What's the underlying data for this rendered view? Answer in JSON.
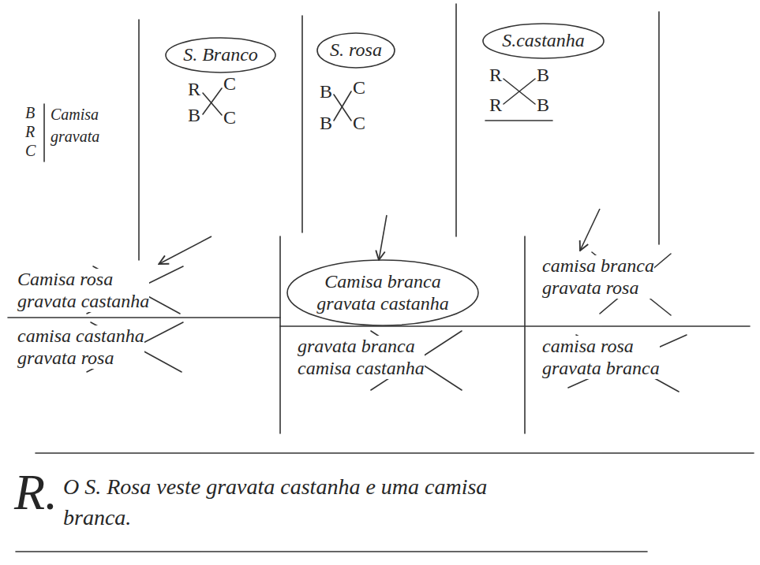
{
  "diagram": {
    "nodes": [
      {
        "text": [
          "R",
          "B",
          "C",
          "C"
        ]
      },
      {
        "text": [
          "S. Branco"
        ],
        "in": 0
      },
      {
        "text": [
          "B",
          "B",
          "C",
          "C"
        ]
      },
      {
        "text": [
          "S. rosa"
        ],
        "in": 2
      },
      {
        "text": [
          "R",
          "R",
          "B",
          "B"
        ]
      },
      {
        "text": [
          "S.castanha"
        ],
        "in": 4
      },
      {
        "text": [
          "Camisa rosa",
          "gravata castanha"
        ]
      },
      {
        "text": [
          "camisa castanha",
          "gravata rosa"
        ]
      },
      {
        "text": [
          "Camisa branca",
          "gravata castanha"
        ]
      },
      {
        "text": [
          "gravata branca",
          "camisa castanha"
        ]
      },
      {
        "text": [
          "camisa branca",
          "gravata rosa"
        ]
      },
      {
        "text": [
          "camisa rosa",
          "gravata branca"
        ]
      }
    ],
    "edges": [
      {
        "from": 0,
        "to": 6,
        "arrow": "to"
      },
      {
        "from": 2,
        "to": 8,
        "arrow": "to"
      },
      {
        "from": 4,
        "to": 10,
        "arrow": "to"
      }
    ],
    "labels": [
      "B",
      "R",
      "C",
      "Camisa",
      "gravata",
      "R.",
      "O S. Rosa veste gravata castanha e uma camisa branca."
    ]
  }
}
